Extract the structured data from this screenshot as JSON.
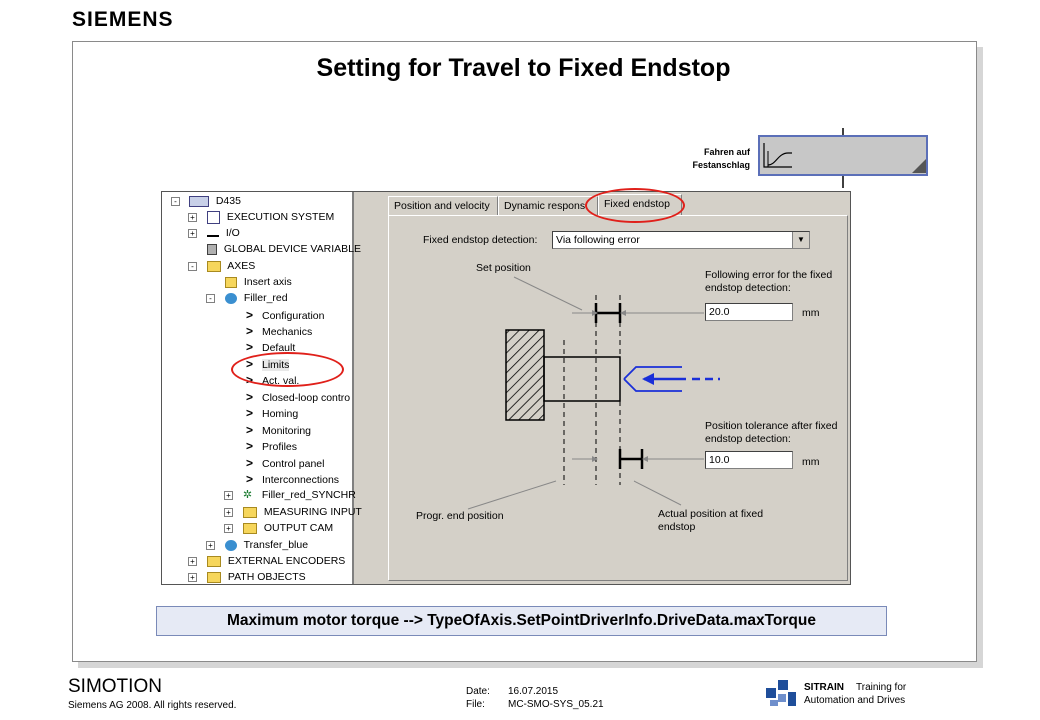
{
  "header": {
    "logo": "SIEMENS",
    "title": "Setting for Travel to Fixed Endstop"
  },
  "footer": {
    "product": "SIMOTION",
    "copyright": "Siemens AG 2008. All rights reserved.",
    "date_label": "Date:",
    "date_value": "16.07.2015",
    "file_label": "File:",
    "file_value": "MC-SMO-SYS_05.21",
    "sitrain_name": "SITRAIN",
    "sitrain_sub1": "Training for",
    "sitrain_sub2": "Automation and Drives"
  },
  "graphic": {
    "label_line1": "Fahren auf",
    "label_line2": "Festanschlag"
  },
  "tree": {
    "items": [
      {
        "label": "D435"
      },
      {
        "label": "EXECUTION SYSTEM"
      },
      {
        "label": "I/O"
      },
      {
        "label": "GLOBAL DEVICE VARIABLE"
      },
      {
        "label": "AXES"
      },
      {
        "label": "Insert axis"
      },
      {
        "label": "Filler_red"
      },
      {
        "label": "Configuration"
      },
      {
        "label": "Mechanics"
      },
      {
        "label": "Default"
      },
      {
        "label": "Limits"
      },
      {
        "label": "Act. val."
      },
      {
        "label": "Closed-loop contro"
      },
      {
        "label": "Homing"
      },
      {
        "label": "Monitoring"
      },
      {
        "label": "Profiles"
      },
      {
        "label": "Control panel"
      },
      {
        "label": "Interconnections"
      },
      {
        "label": "Filler_red_SYNCHR"
      },
      {
        "label": "MEASURING INPUT"
      },
      {
        "label": "OUTPUT CAM"
      },
      {
        "label": "Transfer_blue"
      },
      {
        "label": "EXTERNAL ENCODERS"
      },
      {
        "label": "PATH OBJECTS"
      }
    ]
  },
  "tabs": [
    {
      "label": "Position and velocity"
    },
    {
      "label": "Dynamic respons"
    },
    {
      "label": "Fixed endstop"
    }
  ],
  "form": {
    "detection_label": "Fixed endstop detection:",
    "detection_value": "Via following error",
    "set_position_label": "Set position",
    "following_error_label_1": "Following error for the fixed",
    "following_error_label_2": "endstop detection:",
    "following_error_value": "20.0",
    "unit_1": "mm",
    "tolerance_label_1": "Position tolerance after fixed",
    "tolerance_label_2": "endstop detection:",
    "tolerance_value": "10.0",
    "unit_2": "mm",
    "progr_end_label": "Progr. end position",
    "actual_pos_label_1": "Actual position at fixed",
    "actual_pos_label_2": "endstop"
  },
  "note": "Maximum motor torque --> TypeOfAxis.SetPointDriverInfo.DriveData.maxTorque",
  "colors": {
    "highlight": "#e0201a",
    "arrow": "#1a2fd8",
    "frame_accent": "#5b6fb8"
  }
}
